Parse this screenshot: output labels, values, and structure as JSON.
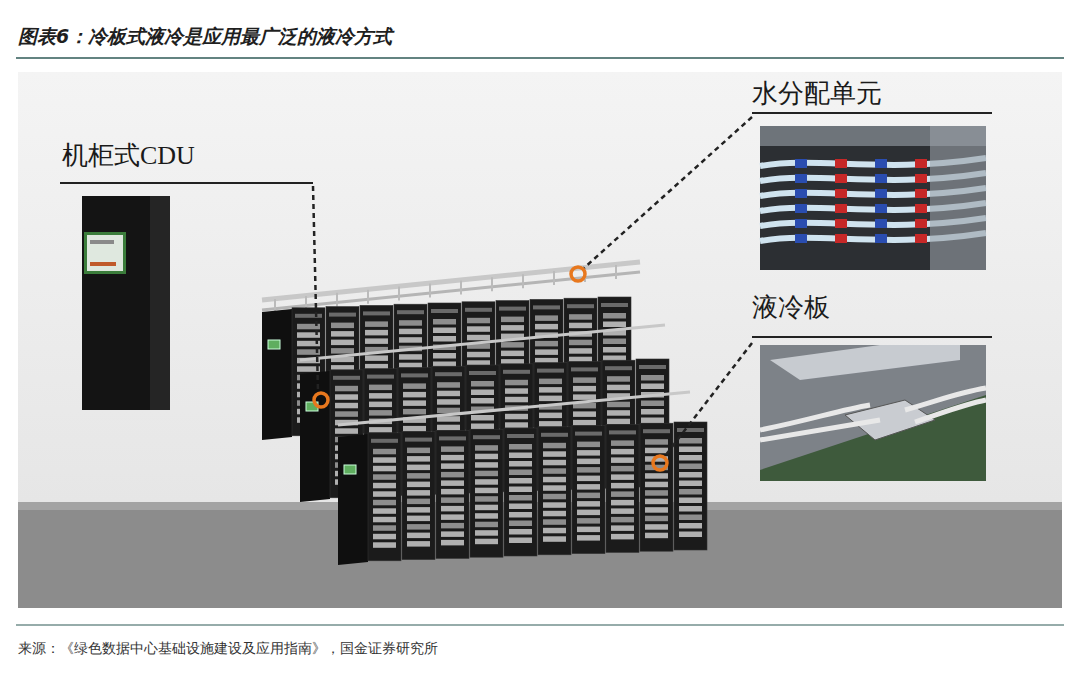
{
  "diagram": {
    "title": "图表6：冷板式液冷是应用最广泛的液冷方式",
    "caption": "来源：《绿色数据中心基础设施建设及应用指南》，国金证券研究所",
    "labels": [
      "机柜式CDU",
      "水分配单元",
      "液冷板"
    ]
  }
}
